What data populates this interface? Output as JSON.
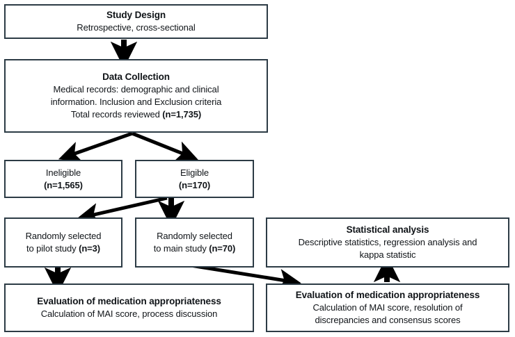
{
  "figure": {
    "type": "flowchart",
    "orientation": "top-down",
    "border_color": "#2c3b45",
    "arrow_color": "#000000",
    "background": "#ffffff"
  },
  "nodes": {
    "study_design": {
      "title": "Study Design",
      "line1": "Retrospective, cross-sectional"
    },
    "data_collection": {
      "title": "Data Collection",
      "line1": "Medical records: demographic and clinical",
      "line2": "information. Inclusion and Exclusion criteria",
      "line3_pre": "Total records reviewed ",
      "line3_n": "(n=1,735)"
    },
    "ineligible": {
      "line1": "Ineligible",
      "n": "(n=1,565)"
    },
    "eligible": {
      "line1": "Eligible",
      "n": "(n=170)"
    },
    "pilot": {
      "line1": "Randomly selected",
      "line2_pre": "to pilot study ",
      "line2_n": "(n=3)"
    },
    "main": {
      "line1": "Randomly selected",
      "line2_pre": "to main study ",
      "line2_n": "(n=70)"
    },
    "statistical_analysis": {
      "title": "Statistical analysis",
      "line1": "Descriptive statistics, regression analysis and",
      "line2": "kappa statistic"
    },
    "evaluation_left": {
      "title": "Evaluation of medication appropriateness",
      "line1": "Calculation of MAI score, process discussion"
    },
    "evaluation_right": {
      "title": "Evaluation of medication appropriateness",
      "line1": "Calculation of MAI score, resolution of",
      "line2": "discrepancies and consensus scores"
    }
  },
  "edges": [
    {
      "name": "study-design-to-data-collection",
      "from": "study_design",
      "to": "data_collection",
      "style": "straight-down"
    },
    {
      "name": "data-collection-to-ineligible",
      "from": "data_collection",
      "to": "ineligible",
      "style": "diagonal-split-left"
    },
    {
      "name": "data-collection-to-eligible",
      "from": "data_collection",
      "to": "eligible",
      "style": "diagonal-split-right"
    },
    {
      "name": "eligible-to-main",
      "from": "eligible",
      "to": "main",
      "style": "straight-down"
    },
    {
      "name": "eligible-to-pilot",
      "from": "eligible",
      "to": "pilot",
      "style": "diagonal-left"
    },
    {
      "name": "pilot-to-evaluation-left",
      "from": "pilot",
      "to": "evaluation_left",
      "style": "straight-down"
    },
    {
      "name": "main-to-evaluation-right",
      "from": "main",
      "to": "evaluation_right",
      "style": "diagonal-right"
    },
    {
      "name": "evaluation-right-to-statistical-analysis",
      "from": "evaluation_right",
      "to": "statistical_analysis",
      "style": "straight-up"
    }
  ]
}
